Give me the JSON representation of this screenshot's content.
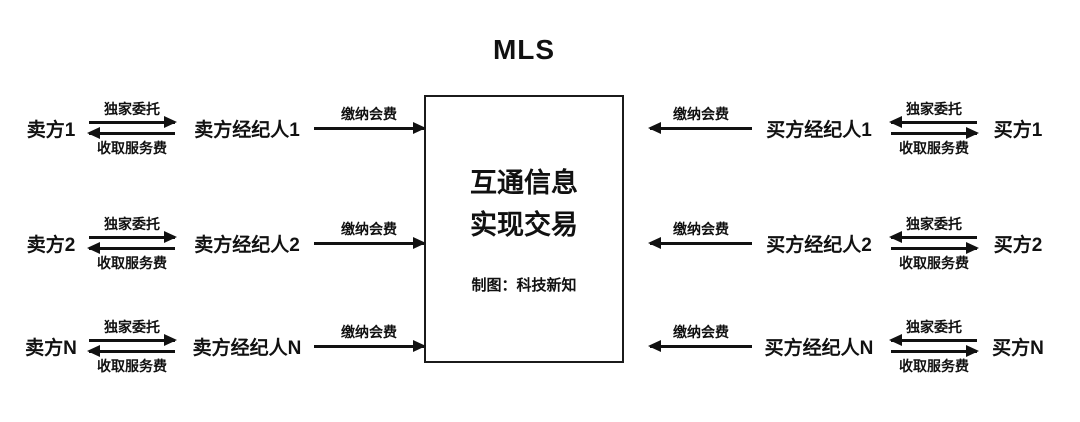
{
  "diagram": {
    "title": "MLS",
    "center_box": {
      "lines": [
        "互通信息",
        "实现交易"
      ],
      "credit": "制图：科技新知"
    },
    "edge_labels": {
      "exclusive_commission": "独家委托",
      "service_fee": "收取服务费",
      "membership_fee": "缴纳会费"
    },
    "sellers": [
      {
        "party": "卖方1",
        "broker": "卖方经纪人1"
      },
      {
        "party": "卖方2",
        "broker": "卖方经纪人2"
      },
      {
        "party": "卖方N",
        "broker": "卖方经纪人N"
      }
    ],
    "buyers": [
      {
        "broker": "买方经纪人1",
        "party": "买方1"
      },
      {
        "broker": "买方经纪人2",
        "party": "买方2"
      },
      {
        "broker": "买方经纪人N",
        "party": "买方N"
      }
    ],
    "colors": {
      "ink": "#111111",
      "background": "#ffffff"
    }
  }
}
